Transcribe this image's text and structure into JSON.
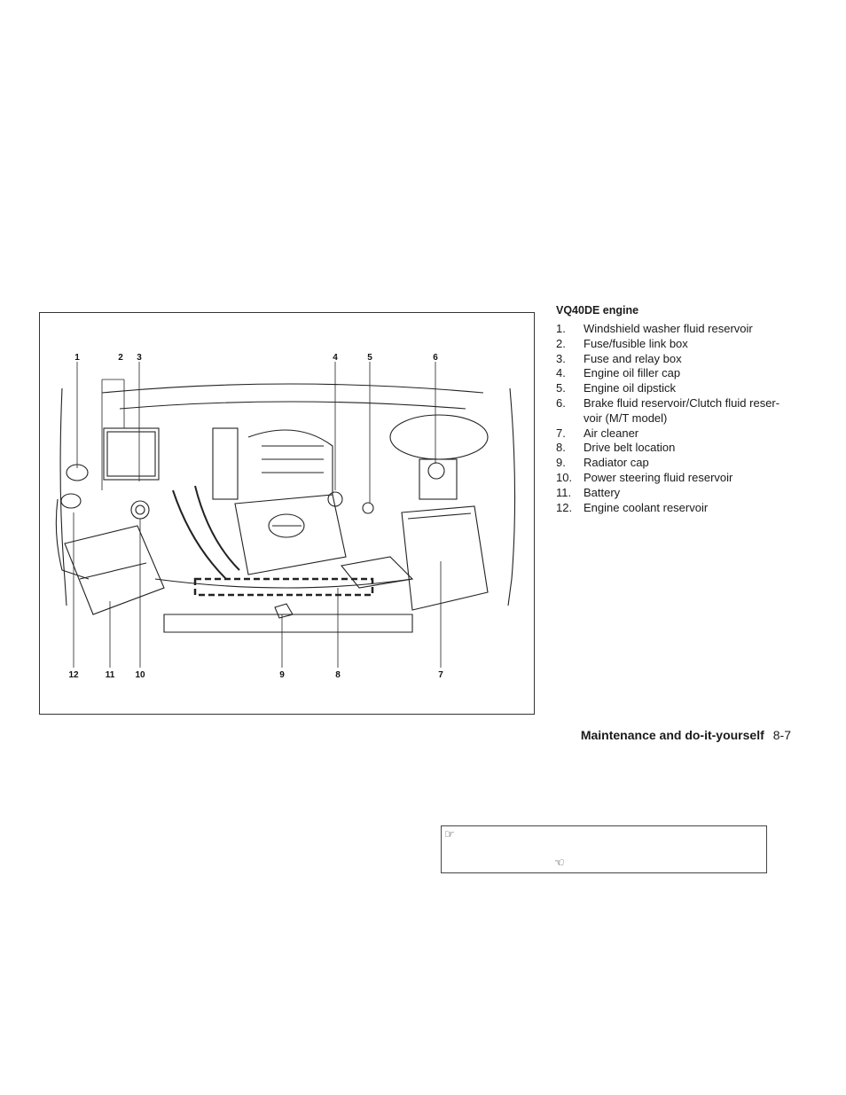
{
  "figure": {
    "callouts": {
      "top": [
        "1",
        "2",
        "3",
        "4",
        "5",
        "6"
      ],
      "bottom": [
        "12",
        "11",
        "10",
        "9",
        "8",
        "7"
      ]
    }
  },
  "panel": {
    "title": "VQ40DE engine",
    "items": [
      {
        "num": "1.",
        "text": "Windshield washer fluid reservoir"
      },
      {
        "num": "2.",
        "text": "Fuse/fusible link box"
      },
      {
        "num": "3.",
        "text": "Fuse and relay box"
      },
      {
        "num": "4.",
        "text": "Engine oil filler cap"
      },
      {
        "num": "5.",
        "text": "Engine oil dipstick"
      },
      {
        "num": "6.",
        "text": "Brake fluid reservoir/Clutch fluid reser-voir (M/T model)"
      },
      {
        "num": "7.",
        "text": "Air cleaner"
      },
      {
        "num": "8.",
        "text": "Drive belt location"
      },
      {
        "num": "9.",
        "text": "Radiator cap"
      },
      {
        "num": "10.",
        "text": "Power steering fluid reservoir"
      },
      {
        "num": "11.",
        "text": "Battery"
      },
      {
        "num": "12.",
        "text": "Engine coolant reservoir"
      }
    ]
  },
  "footer": {
    "section": "Maintenance and do-it-yourself",
    "page": "8-7"
  },
  "notebox": {
    "icons": [
      "pointing-hand-icon",
      "pointing-hand-icon"
    ]
  }
}
